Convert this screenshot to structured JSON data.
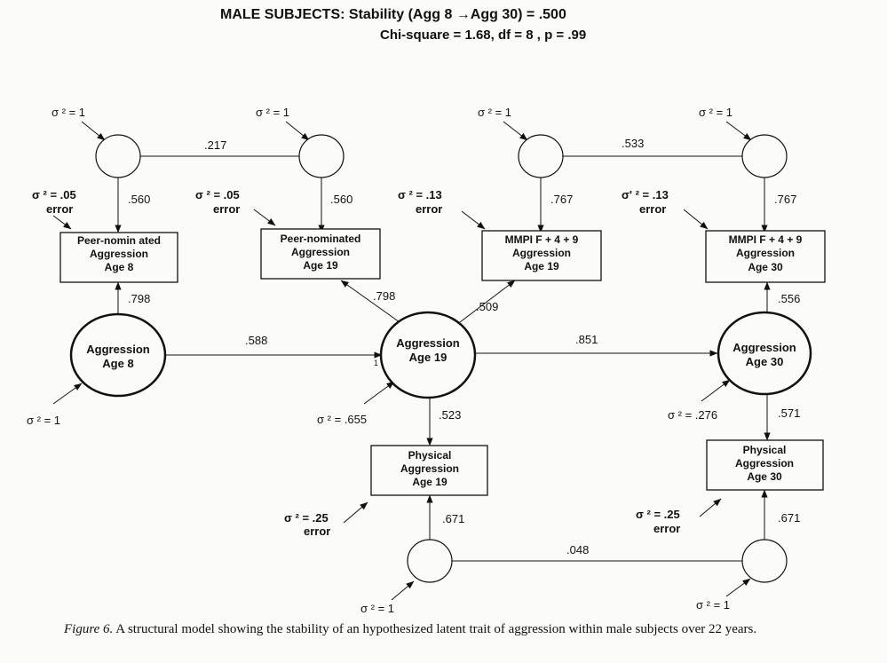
{
  "header": {
    "line1": "MALE SUBJECTS:  Stability (Agg 8 →Agg 30)  = .500",
    "line2": "Chi-square = 1.68, df = 8 ,  p = .99"
  },
  "caption": {
    "label": "Figure 6.",
    "text": " A structural model showing the stability of an hypothesized latent trait of aggression within male subjects over 22 years."
  },
  "boxes": {
    "peer8": [
      "Peer-nomin ated",
      "Aggression",
      "Age 8"
    ],
    "peer19": [
      "Peer-nominated",
      "Aggression",
      "Age 19"
    ],
    "mmpi19": [
      "MMPI F + 4 + 9",
      "Aggression",
      "Age 19"
    ],
    "mmpi30": [
      "MMPI F + 4 + 9",
      "Aggression",
      "Age 30"
    ],
    "phys19": [
      "Physical",
      "Aggression",
      "Age 19"
    ],
    "phys30": [
      "Physical",
      "Aggression",
      "Age 30"
    ]
  },
  "latents": {
    "agg8": [
      "Aggression",
      "Age 8"
    ],
    "agg19": [
      "Aggression",
      "Age 19"
    ],
    "agg30": [
      "Aggression",
      "Age 30"
    ]
  },
  "coefficients": {
    "f1_f2": ".217",
    "f3_f4": ".533",
    "f5_f6": ".048",
    "f1_peer8": ".560",
    "f2_peer19": ".560",
    "f3_mmpi19": ".767",
    "f4_mmpi30": ".767",
    "agg8_peer8": ".798",
    "agg19_peer19": ".798",
    "agg19_mmpi19": ".509",
    "agg8_agg19": ".588",
    "agg19_agg30": ".851",
    "agg30_mmpi30": ".556",
    "agg19_phys19": ".523",
    "agg30_phys30": ".571",
    "f5_phys19": ".671",
    "f6_phys30": ".671"
  },
  "variances": {
    "f1": "σ ² = 1",
    "f2": "σ ² = 1",
    "f3": "σ ² = 1",
    "f4": "σ ² = 1",
    "f5": "σ ² = 1",
    "f6": "σ ² = 1",
    "agg8": "σ ² = 1",
    "agg19": "σ ² = .655",
    "agg30": "σ ² = .276",
    "tick": "1"
  },
  "errors": {
    "peer8": [
      "σ ² = .05",
      "error"
    ],
    "peer19": [
      "σ ² = .05",
      "error"
    ],
    "mmpi19": [
      "σ ² = .13",
      "error"
    ],
    "mmpi30": [
      "σ' ² = .13",
      "error"
    ],
    "phys19": [
      "σ ² = .25",
      "error"
    ],
    "phys30": [
      "σ ² = .25",
      "error"
    ]
  }
}
